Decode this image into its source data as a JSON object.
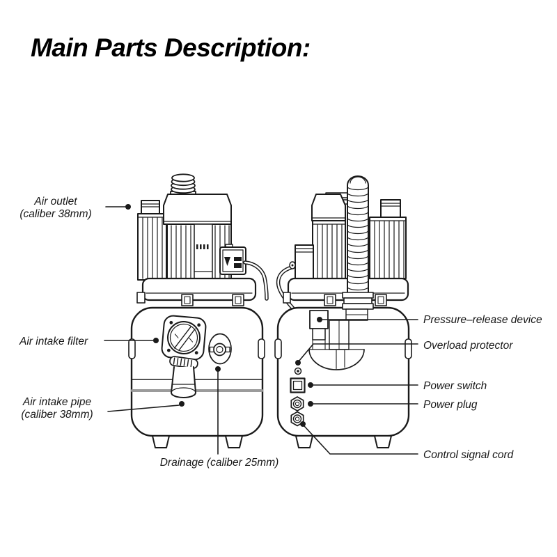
{
  "title": "Main Parts Description:",
  "colors": {
    "line": "#1a1a1a",
    "seam_gray": "#9b9b9b",
    "background": "#ffffff"
  },
  "labels": {
    "air_outlet": {
      "line1": "Air outlet",
      "line2": "(caliber 38mm)"
    },
    "air_intake_filter": {
      "text": "Air intake filter"
    },
    "air_intake_pipe": {
      "line1": "Air intake pipe",
      "line2": "(caliber 38mm)"
    },
    "drainage": {
      "text": "Drainage (caliber 25mm)"
    },
    "pressure_release": {
      "text": "Pressure–release device"
    },
    "overload_protector": {
      "text": "Overload protector"
    },
    "power_switch": {
      "text": "Power switch"
    },
    "power_plug": {
      "text": "Power plug"
    },
    "control_signal_cord": {
      "text": "Control signal cord"
    }
  }
}
